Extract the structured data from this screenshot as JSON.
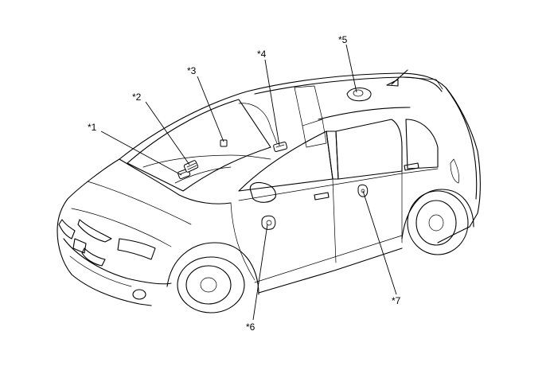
{
  "callouts": [
    {
      "id": "c1",
      "label": "*1"
    },
    {
      "id": "c2",
      "label": "*2"
    },
    {
      "id": "c3",
      "label": "*3"
    },
    {
      "id": "c4",
      "label": "*4"
    },
    {
      "id": "c5",
      "label": "*5"
    },
    {
      "id": "c6",
      "label": "*6"
    },
    {
      "id": "c7",
      "label": "*7"
    }
  ]
}
